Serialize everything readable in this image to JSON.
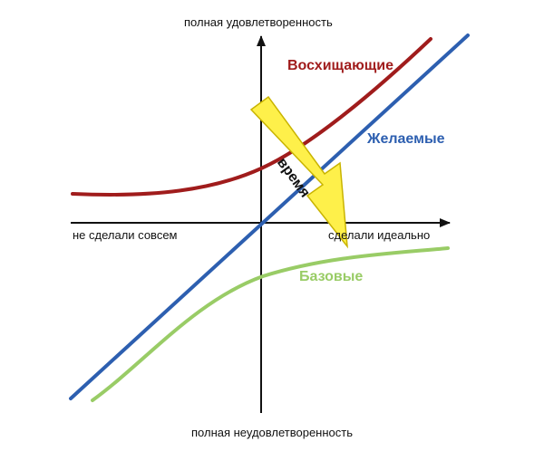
{
  "axes": {
    "top_label": "полная удовлетворенность",
    "bottom_label": "полная неудовлетворенность",
    "left_label": "не сделали совсем",
    "right_label": "сделали идеально"
  },
  "series": [
    {
      "key": "delighters",
      "name": "Восхищающие",
      "color": "#a01c1c"
    },
    {
      "key": "performance",
      "name": "Желаемые",
      "color": "#2d5fb0"
    },
    {
      "key": "basic",
      "name": "Базовые",
      "color": "#99cc66"
    }
  ],
  "arrow": {
    "label": "время",
    "fill": "#fef04a",
    "stroke": "#c9b400"
  }
}
